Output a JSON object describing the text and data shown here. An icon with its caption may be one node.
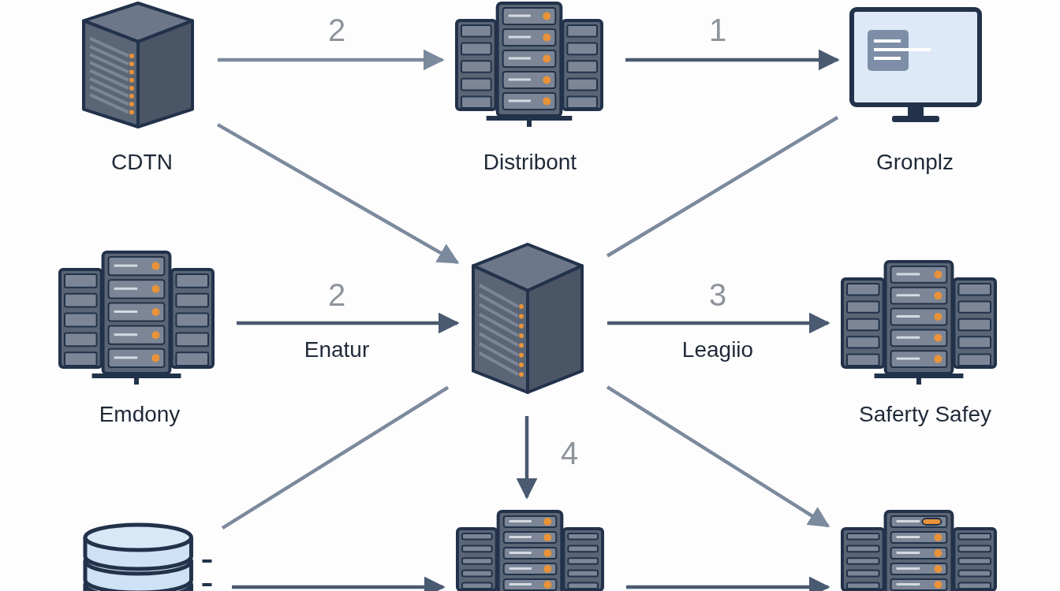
{
  "diagram": {
    "nodes": [
      {
        "text": [],
        "shape": "picture",
        "beside": [
          "CDTN"
        ]
      },
      {
        "text": [],
        "shape": "picture",
        "beside": [
          "Distribont"
        ]
      },
      {
        "text": [],
        "shape": "picture",
        "beside": [
          "Gronplz"
        ]
      },
      {
        "text": [],
        "shape": "picture",
        "beside": [
          "Emdony"
        ]
      },
      {
        "text": [],
        "shape": "picture"
      },
      {
        "text": [],
        "shape": "picture",
        "beside": [
          "Saferty Safey"
        ]
      },
      {
        "text": [],
        "shape": "picture"
      },
      {
        "text": [],
        "shape": "picture"
      },
      {
        "text": [],
        "shape": "picture"
      }
    ],
    "edges": [
      {
        "from": 0,
        "to": 1,
        "arrow": "to",
        "label": "2",
        "color": "#7b8a9c"
      },
      {
        "from": 1,
        "to": 2,
        "arrow": "to",
        "label": "1"
      },
      {
        "from": 0,
        "to": 4,
        "arrow": "to",
        "color": "#7b8a9c"
      },
      {
        "from": 4,
        "to": 2,
        "arrow": "none",
        "color": "#7b8a9c"
      },
      {
        "from": 3,
        "to": 4,
        "arrow": "to",
        "label": "2"
      },
      {
        "from": 4,
        "to": 5,
        "arrow": "to",
        "label": "3"
      },
      {
        "from": 4,
        "to": 6,
        "arrow": "none",
        "color": "#7b8a9c"
      },
      {
        "from": 4,
        "to": 7,
        "arrow": "to",
        "label": "4"
      },
      {
        "from": 4,
        "to": 8,
        "arrow": "to",
        "color": "#7b8a9c"
      },
      {
        "from": 6,
        "to": 7,
        "arrow": "to"
      },
      {
        "from": 7,
        "to": 8,
        "arrow": "to"
      }
    ],
    "labels": [
      "Enatur",
      "Leagiio"
    ]
  }
}
